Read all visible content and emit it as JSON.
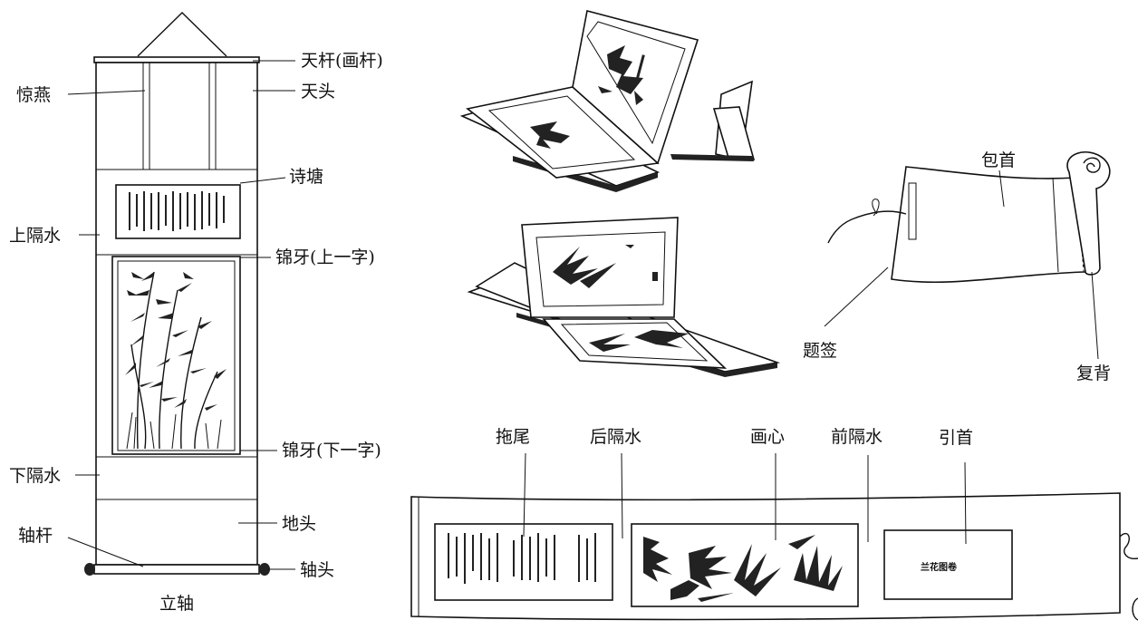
{
  "hanging_scroll": {
    "caption": "立轴",
    "labels": {
      "tiangan": "天杆(画杆)",
      "jingyan": "惊燕",
      "tiantou": "天头",
      "shitang": "诗塘",
      "shang_geshui": "上隔水",
      "jinya_upper": "锦牙(上一字)",
      "jinya_lower": "锦牙(下一字)",
      "xia_geshui": "下隔水",
      "ditou": "地头",
      "zhougan": "轴杆",
      "zhoutou": "轴头"
    }
  },
  "rolled_scroll": {
    "labels": {
      "baoshou": "包首",
      "tiqian": "题签",
      "fubei": "复背"
    }
  },
  "handscroll": {
    "labels": {
      "tuowei": "拖尾",
      "hou_geshui": "后隔水",
      "huaxin": "画心",
      "qian_geshui": "前隔水",
      "yinshou": "引首"
    },
    "title_slip_text": "兰花图卷"
  }
}
